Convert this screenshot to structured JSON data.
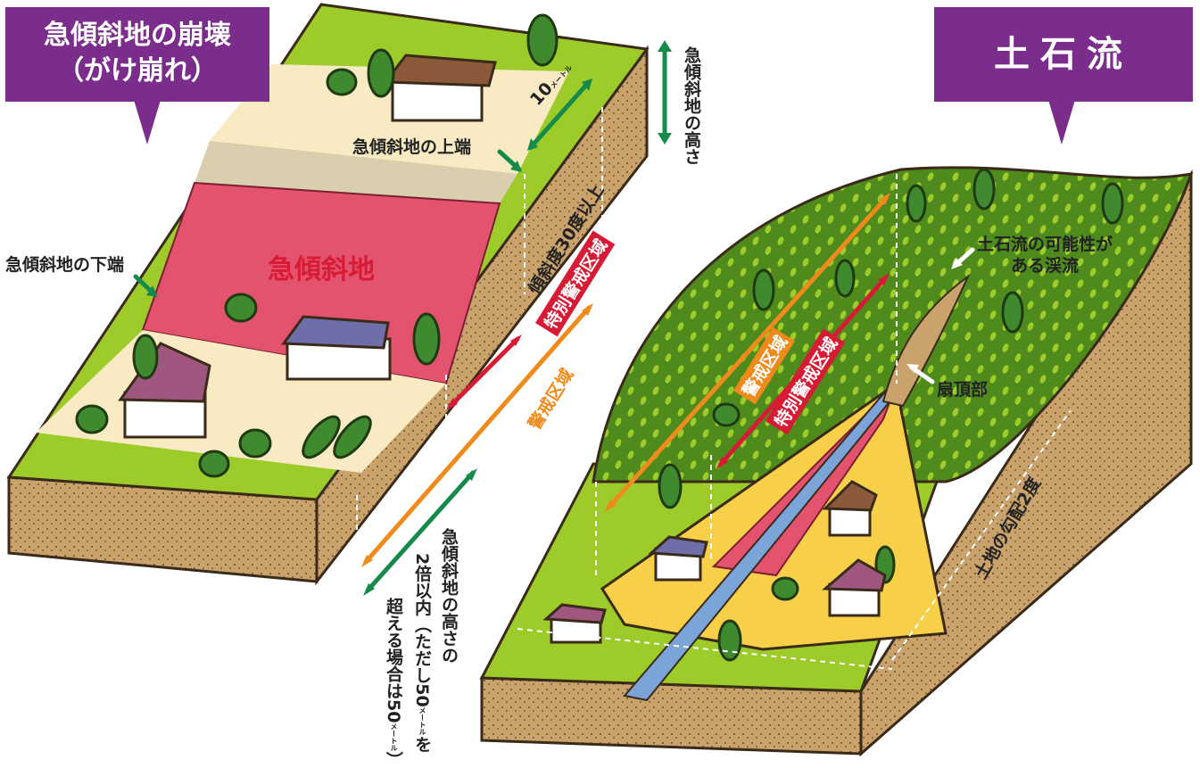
{
  "colors": {
    "purple": "#7b2d8b",
    "grass": "#9ccb2a",
    "forest": "#4e8a1c",
    "soil": "#c9a26c",
    "cream": "#f8ebc4",
    "slope_red": "#e4536e",
    "fan_yellow": "#f7cf48",
    "stream_blue": "#7ba4d8",
    "orange": "#ef8a1b",
    "red": "#d81b35",
    "green_arrow": "#158a4a"
  },
  "left": {
    "tag_line1": "急傾斜地の崩壊",
    "tag_line2": "（がけ崩れ）",
    "slope_title": "急傾斜地",
    "upper_edge": "急傾斜地の上端",
    "lower_edge": "急傾斜地の下端",
    "height_label": "急傾斜地の高さ",
    "ten_m": "10",
    "unit_meters": "メートル",
    "angle_label": "傾斜度30度以上",
    "special_zone": "特別警戒区域",
    "alert_zone": "警戒区域",
    "width_rule_line1": "急傾斜地の高さの",
    "width_rule_line2": "2倍以内（ただし50",
    "width_rule_line2_tail": "を",
    "width_rule_line3": "超える場合は50",
    "width_rule_line3_tail": "）"
  },
  "right": {
    "tag": "土石流",
    "possible_stream_line1": "土石流の可能性が",
    "possible_stream_line2": "ある渓流",
    "fan_apex": "扇頂部",
    "gradient_label": "土地の勾配2度",
    "alert_zone": "警戒区域",
    "special_zone": "特別警戒区域"
  }
}
